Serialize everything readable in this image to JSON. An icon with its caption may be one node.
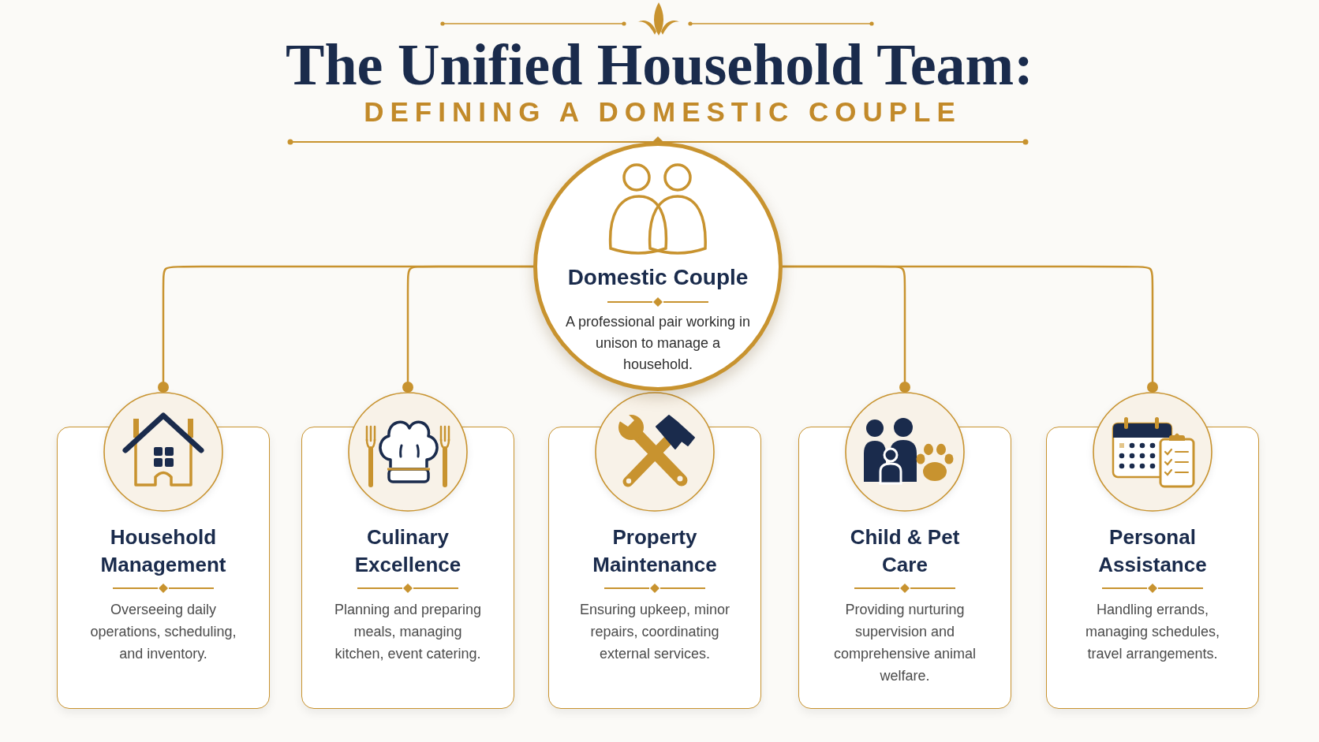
{
  "diagram": {
    "title": "The Unified Household Team:",
    "nodes": [
      {
        "text": [
          "Domestic Couple",
          "A professional pair working in unison to manage a household."
        ]
      },
      {
        "text": [
          "Household Management",
          "Overseeing daily operations, scheduling, and inventory."
        ]
      },
      {
        "text": [
          "Culinary Excellence",
          "Planning and preparing meals, managing kitchen, event catering."
        ]
      },
      {
        "text": [
          "Property Maintenance",
          "Ensuring upkeep, minor repairs, coordinating external services."
        ]
      },
      {
        "text": [
          "Child & Pet Care",
          "Providing nurturing supervision and comprehensive animal welfare."
        ]
      },
      {
        "text": [
          "Personal Assistance",
          "Handling errands, managing schedules, travel arrangements."
        ]
      }
    ],
    "edges": [
      {
        "from": 0,
        "to": 1,
        "arrow": "other"
      },
      {
        "from": 0,
        "to": 2,
        "arrow": "other"
      },
      {
        "from": 0,
        "to": 4,
        "arrow": "other"
      },
      {
        "from": 0,
        "to": 5,
        "arrow": "other"
      }
    ],
    "labels": [
      "DEFINING A DOMESTIC COUPLE"
    ]
  }
}
